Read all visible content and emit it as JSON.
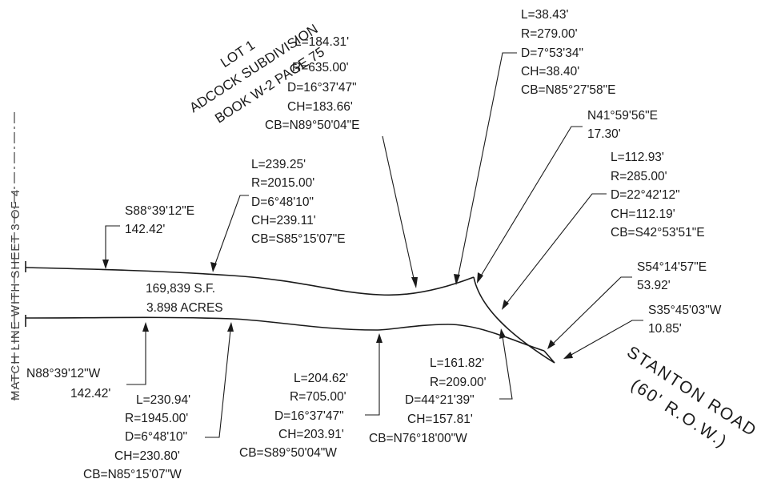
{
  "lot_label": [
    "LOT 1",
    "ADCOCK SUBDIVISION",
    "BOOK W-2 PAGE 75"
  ],
  "match_line": "MATCH LINE WITH SHEET 3 OF 4",
  "area": {
    "sf": "169,839 S.F.",
    "acres": "3.898 ACRES"
  },
  "road": {
    "name": "STANTON ROAD",
    "row": "(60' R.O.W.)"
  },
  "curves_top": [
    [
      "L=184.31'",
      "R=635.00'",
      "D=16°37'47\"",
      "CH=183.66'",
      "CB=N89°50'04\"E"
    ],
    [
      "L=239.25'",
      "R=2015.00'",
      "D=6°48'10\"",
      "CH=239.11'",
      "CB=S85°15'07\"E"
    ],
    [
      "L=38.43'",
      "R=279.00'",
      "D=7°53'34\"",
      "CH=38.40'",
      "CB=N85°27'58\"E"
    ],
    [
      "L=112.93'",
      "R=285.00'",
      "D=22°42'12\"",
      "CH=112.19'",
      "CB=S42°53'51\"E"
    ]
  ],
  "curves_bottom": [
    [
      "L=230.94'",
      "R=1945.00'",
      "D=6°48'10\"",
      "CH=230.80'",
      "CB=N85°15'07\"W"
    ],
    [
      "L=204.62'",
      "R=705.00'",
      "D=16°37'47\"",
      "CH=203.91'",
      "CB=S89°50'04\"W"
    ],
    [
      "L=161.82'",
      "R=209.00'",
      "D=44°21'39\"",
      "CH=157.81'",
      "CB=N76°18'00\"W"
    ]
  ],
  "lines": [
    [
      "S88°39'12\"E",
      "142.42'"
    ],
    [
      "N41°59'56\"E",
      "17.30'"
    ],
    [
      "S54°14'57\"E",
      "53.92'"
    ],
    [
      "S35°45'03\"W",
      "10.85'"
    ],
    [
      "N88°39'12\"W",
      "142.42'"
    ]
  ]
}
